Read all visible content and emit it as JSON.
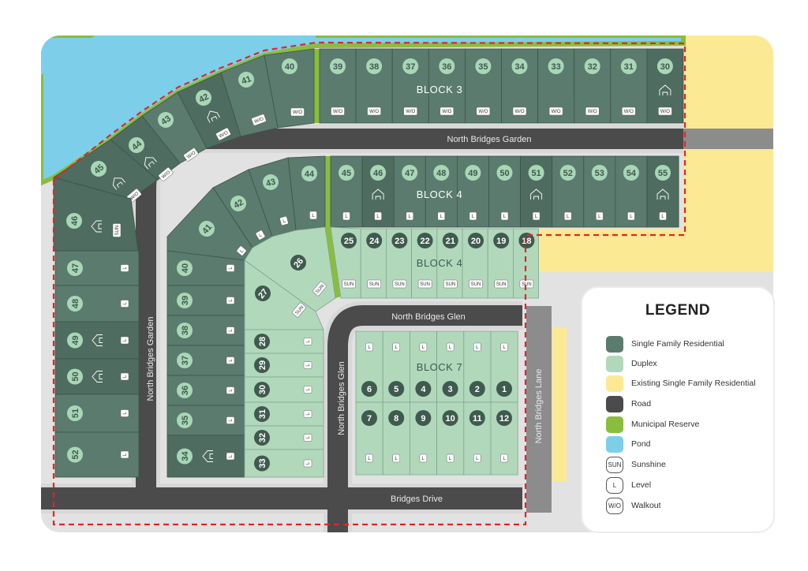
{
  "map": {
    "blocks": [
      "BLOCK 3",
      "BLOCK 4",
      "BLOCK 4",
      "BLOCK 7"
    ],
    "roads": {
      "north_bridges_garden": "North Bridges Garden",
      "north_bridges_garden_vertical": "North Bridges Garden",
      "north_bridges_glen": "North Bridges Glen",
      "north_bridges_glen_vertical": "North Bridges Glen",
      "north_bridges_lane": "North Bridges Lane",
      "bridges_drive": "Bridges Drive"
    },
    "colors": {
      "single_family": "#5a7b6d",
      "single_family_showhome": "#4e6c5f",
      "duplex": "#b2d8bc",
      "existing": "#fbe994",
      "road": "#4b4b4b",
      "reserve": "#8abd3e",
      "pond": "#7dcfe9",
      "boundary": "#e0262b"
    },
    "lots": [
      {
        "n": "39",
        "type": "sfr",
        "badge": "W/O",
        "house": false
      },
      {
        "n": "38",
        "type": "sfr",
        "badge": "W/O",
        "house": false
      },
      {
        "n": "37",
        "type": "sfr",
        "badge": "W/O",
        "house": false
      },
      {
        "n": "36",
        "type": "sfr",
        "badge": "W/O",
        "house": false
      },
      {
        "n": "35",
        "type": "sfr",
        "badge": "W/O",
        "house": false
      },
      {
        "n": "34",
        "type": "sfr",
        "badge": "W/O",
        "house": false
      },
      {
        "n": "33",
        "type": "sfr",
        "badge": "W/O",
        "house": false
      },
      {
        "n": "32",
        "type": "sfr",
        "badge": "W/O",
        "house": false
      },
      {
        "n": "31",
        "type": "sfr",
        "badge": "W/O",
        "house": false
      },
      {
        "n": "30",
        "type": "sfr",
        "badge": "W/O",
        "house": true
      },
      {
        "n": "40",
        "type": "sfr",
        "badge": "W/O",
        "house": false
      },
      {
        "n": "41",
        "type": "sfr",
        "badge": "W/O",
        "house": false
      },
      {
        "n": "42",
        "type": "sfr",
        "badge": "W/O",
        "house": true
      },
      {
        "n": "43",
        "type": "sfr",
        "badge": "W/O",
        "house": false
      },
      {
        "n": "44",
        "type": "sfr",
        "badge": "W/O",
        "house": true
      },
      {
        "n": "45",
        "type": "sfr",
        "badge": "W/O",
        "house": true
      },
      {
        "n": "46",
        "type": "sfr",
        "badge": "SUN",
        "house": true
      },
      {
        "n": "47",
        "type": "sfr",
        "badge": "L",
        "house": false
      },
      {
        "n": "48",
        "type": "sfr",
        "badge": "L",
        "house": false
      },
      {
        "n": "49",
        "type": "sfr",
        "badge": "L",
        "house": true
      },
      {
        "n": "50",
        "type": "sfr",
        "badge": "L",
        "house": true
      },
      {
        "n": "51",
        "type": "sfr",
        "badge": "L",
        "house": false
      },
      {
        "n": "52",
        "type": "sfr",
        "badge": "L",
        "house": false
      },
      {
        "n": "45",
        "type": "sfr",
        "badge": "L",
        "house": false
      },
      {
        "n": "46",
        "type": "sfr",
        "badge": "L",
        "house": true
      },
      {
        "n": "47",
        "type": "sfr",
        "badge": "L",
        "house": false
      },
      {
        "n": "48",
        "type": "sfr",
        "badge": "L",
        "house": false
      },
      {
        "n": "49",
        "type": "sfr",
        "badge": "L",
        "house": false
      },
      {
        "n": "50",
        "type": "sfr",
        "badge": "L",
        "house": false
      },
      {
        "n": "51",
        "type": "sfr",
        "badge": "L",
        "house": true
      },
      {
        "n": "52",
        "type": "sfr",
        "badge": "L",
        "house": false
      },
      {
        "n": "53",
        "type": "sfr",
        "badge": "L",
        "house": false
      },
      {
        "n": "54",
        "type": "sfr",
        "badge": "L",
        "house": false
      },
      {
        "n": "55",
        "type": "sfr",
        "badge": "L",
        "house": true
      },
      {
        "n": "44",
        "type": "sfr",
        "badge": "L",
        "house": false
      },
      {
        "n": "43",
        "type": "sfr",
        "badge": "L",
        "house": false
      },
      {
        "n": "42",
        "type": "sfr",
        "badge": "L",
        "house": false
      },
      {
        "n": "41",
        "type": "sfr",
        "badge": "L",
        "house": false
      },
      {
        "n": "40",
        "type": "sfr",
        "badge": "L",
        "house": false
      },
      {
        "n": "39",
        "type": "sfr",
        "badge": "L",
        "house": false
      },
      {
        "n": "38",
        "type": "sfr",
        "badge": "L",
        "house": false
      },
      {
        "n": "37",
        "type": "sfr",
        "badge": "L",
        "house": false
      },
      {
        "n": "36",
        "type": "sfr",
        "badge": "L",
        "house": false
      },
      {
        "n": "35",
        "type": "sfr",
        "badge": "L",
        "house": false
      },
      {
        "n": "34",
        "type": "sfr",
        "badge": "L",
        "house": true
      },
      {
        "n": "26",
        "type": "duplex",
        "badge": "SUN",
        "house": false
      },
      {
        "n": "27",
        "type": "duplex",
        "badge": "SUN",
        "house": false
      },
      {
        "n": "25",
        "type": "duplex",
        "badge": "SUN",
        "house": false
      },
      {
        "n": "24",
        "type": "duplex",
        "badge": "SUN",
        "house": false
      },
      {
        "n": "23",
        "type": "duplex",
        "badge": "SUN",
        "house": false
      },
      {
        "n": "22",
        "type": "duplex",
        "badge": "SUN",
        "house": false
      },
      {
        "n": "21",
        "type": "duplex",
        "badge": "SUN",
        "house": false
      },
      {
        "n": "20",
        "type": "duplex",
        "badge": "SUN",
        "house": false
      },
      {
        "n": "19",
        "type": "duplex",
        "badge": "SUN",
        "house": false
      },
      {
        "n": "18",
        "type": "duplex",
        "badge": "SUN",
        "house": false
      },
      {
        "n": "28",
        "type": "duplex",
        "badge": "L",
        "house": false
      },
      {
        "n": "29",
        "type": "duplex",
        "badge": "L",
        "house": false
      },
      {
        "n": "30",
        "type": "duplex",
        "badge": "L",
        "house": false
      },
      {
        "n": "31",
        "type": "duplex",
        "badge": "L",
        "house": false
      },
      {
        "n": "32",
        "type": "duplex",
        "badge": "L",
        "house": false
      },
      {
        "n": "33",
        "type": "duplex",
        "badge": "L",
        "house": false
      },
      {
        "n": "6",
        "type": "duplex",
        "badge": "L",
        "house": false
      },
      {
        "n": "5",
        "type": "duplex",
        "badge": "L",
        "house": false
      },
      {
        "n": "4",
        "type": "duplex",
        "badge": "L",
        "house": false
      },
      {
        "n": "3",
        "type": "duplex",
        "badge": "L",
        "house": false
      },
      {
        "n": "2",
        "type": "duplex",
        "badge": "L",
        "house": false
      },
      {
        "n": "1",
        "type": "duplex",
        "badge": "L",
        "house": false
      },
      {
        "n": "7",
        "type": "duplex",
        "badge": "L",
        "house": false
      },
      {
        "n": "8",
        "type": "duplex",
        "badge": "L",
        "house": false
      },
      {
        "n": "9",
        "type": "duplex",
        "badge": "L",
        "house": false
      },
      {
        "n": "10",
        "type": "duplex",
        "badge": "L",
        "house": false
      },
      {
        "n": "11",
        "type": "duplex",
        "badge": "L",
        "house": false
      },
      {
        "n": "12",
        "type": "duplex",
        "badge": "L",
        "house": false
      }
    ]
  },
  "legend": {
    "title": "LEGEND",
    "items": [
      {
        "label": "Single Family Residential",
        "color": "#5a7b6d"
      },
      {
        "label": "Duplex",
        "color": "#b2d8bc"
      },
      {
        "label": "Existing Single Family Residential",
        "color": "#fbe994"
      },
      {
        "label": "Road",
        "color": "#4b4b4b"
      },
      {
        "label": "Municipal Reserve",
        "color": "#8abd3e"
      },
      {
        "label": "Pond",
        "color": "#7dcfe9"
      },
      {
        "label": "Sunshine",
        "symbol": "SUN"
      },
      {
        "label": "Level",
        "symbol": "L"
      },
      {
        "label": "Walkout",
        "symbol": "W/O"
      }
    ]
  }
}
